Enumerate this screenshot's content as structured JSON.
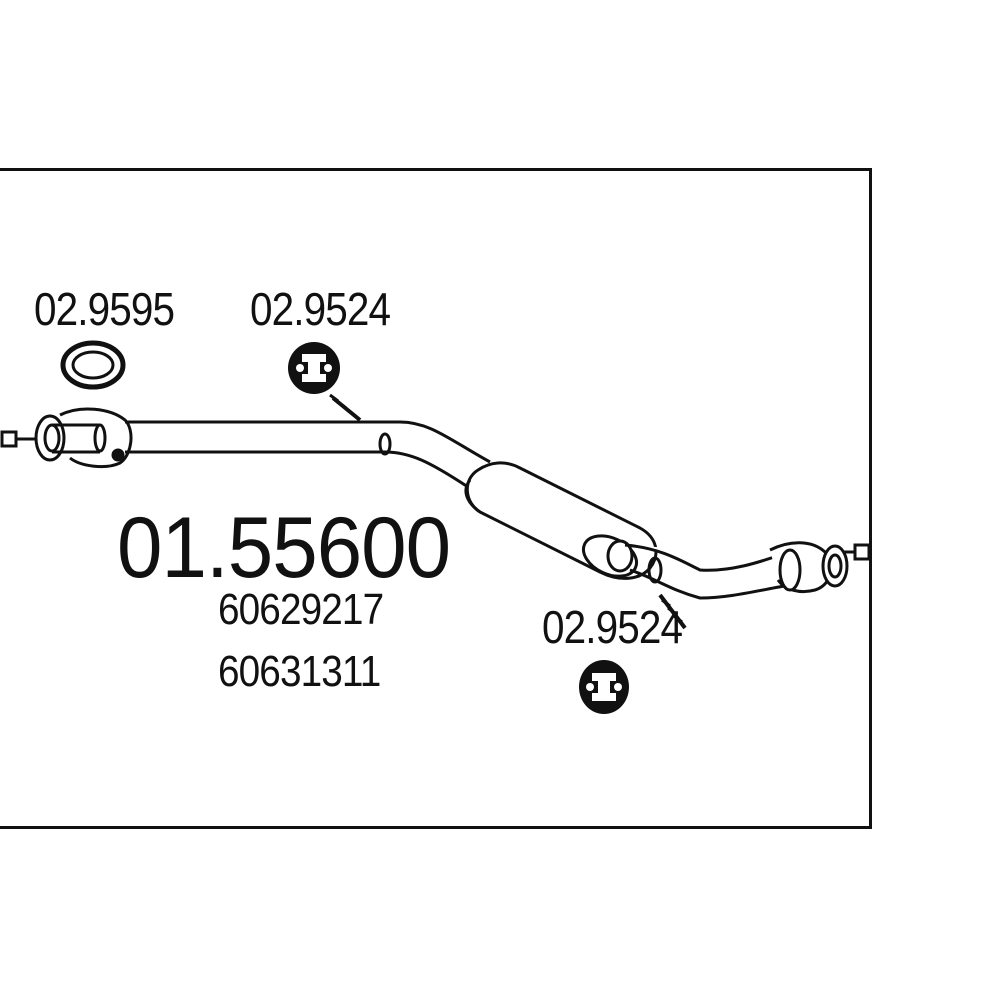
{
  "parts": {
    "gasket_label": "02.9595",
    "hanger_label_top": "02.9524",
    "hanger_label_bottom": "02.9524"
  },
  "main": {
    "part_number": "01.55600",
    "oem_numbers": [
      "60629217",
      "60631311"
    ]
  },
  "colors": {
    "line": "#111111",
    "background": "#ffffff"
  }
}
